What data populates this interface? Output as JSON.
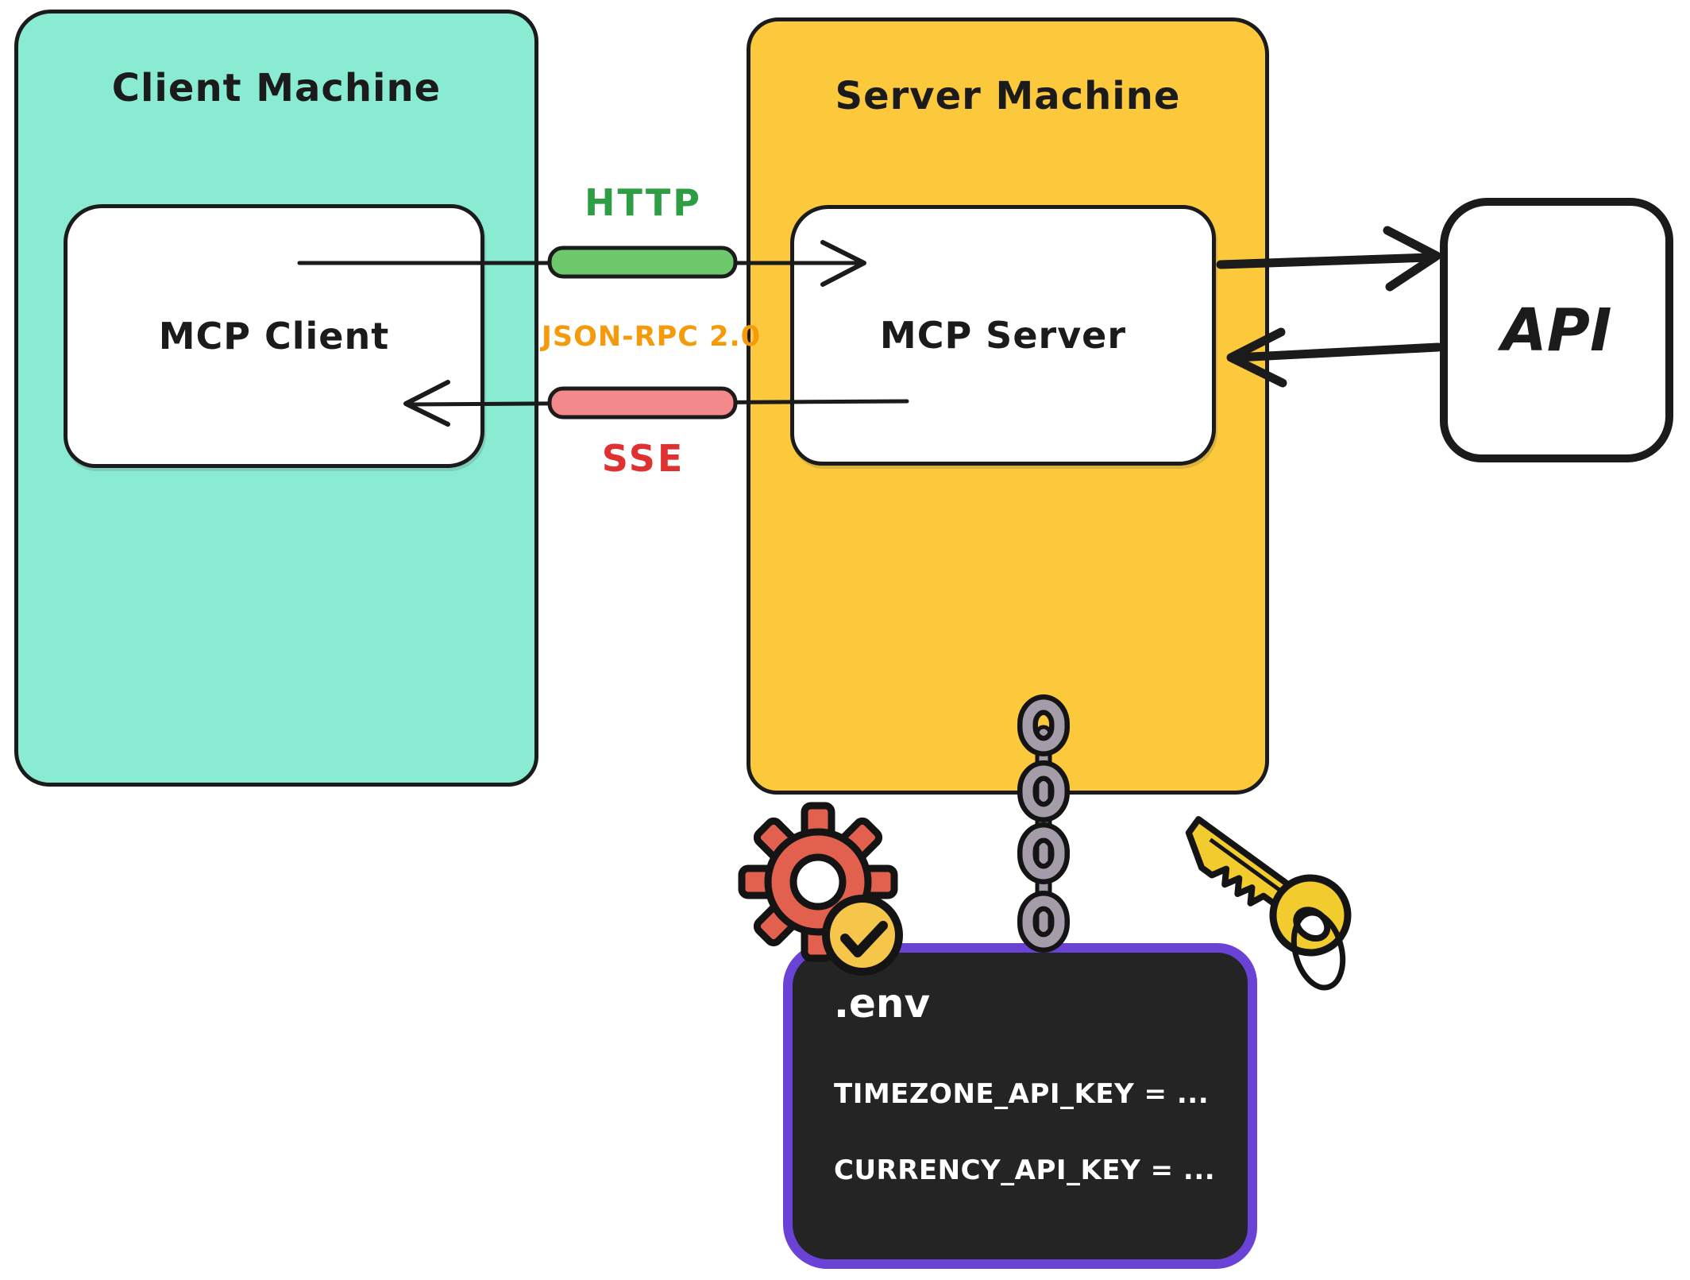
{
  "client_machine": {
    "title": "Client Machine",
    "fill": "#8AEBD3",
    "component": {
      "label": "MCP Client"
    }
  },
  "server_machine": {
    "title": "Server Machine",
    "fill": "#FBC93B",
    "component": {
      "label": "MCP Server"
    }
  },
  "api": {
    "label": "API"
  },
  "connections": {
    "request": {
      "label": "HTTP",
      "text_color": "#2E9E44",
      "pill_color": "#6DC96C"
    },
    "protocol": {
      "label": "JSON-RPC 2.0",
      "text_color": "#F59B0B"
    },
    "response": {
      "label": "SSE",
      "text_color": "#E03131",
      "pill_color": "#F4898B"
    }
  },
  "env_file": {
    "filename": ".env",
    "entries": [
      "TIMEZONE_API_KEY = ...",
      "CURRENCY_API_KEY = ..."
    ],
    "fill": "#242424",
    "border_color": "#6A43D6",
    "text_color": "#ffffff"
  },
  "icons": {
    "gear_check": {
      "name": "gear-check-icon",
      "gear_color": "#E2614E",
      "badge_color": "#F6C64B"
    },
    "chain": {
      "name": "chain-icon",
      "color": "#A49DA9"
    },
    "key": {
      "name": "key-icon",
      "color": "#F2CB2E"
    }
  }
}
